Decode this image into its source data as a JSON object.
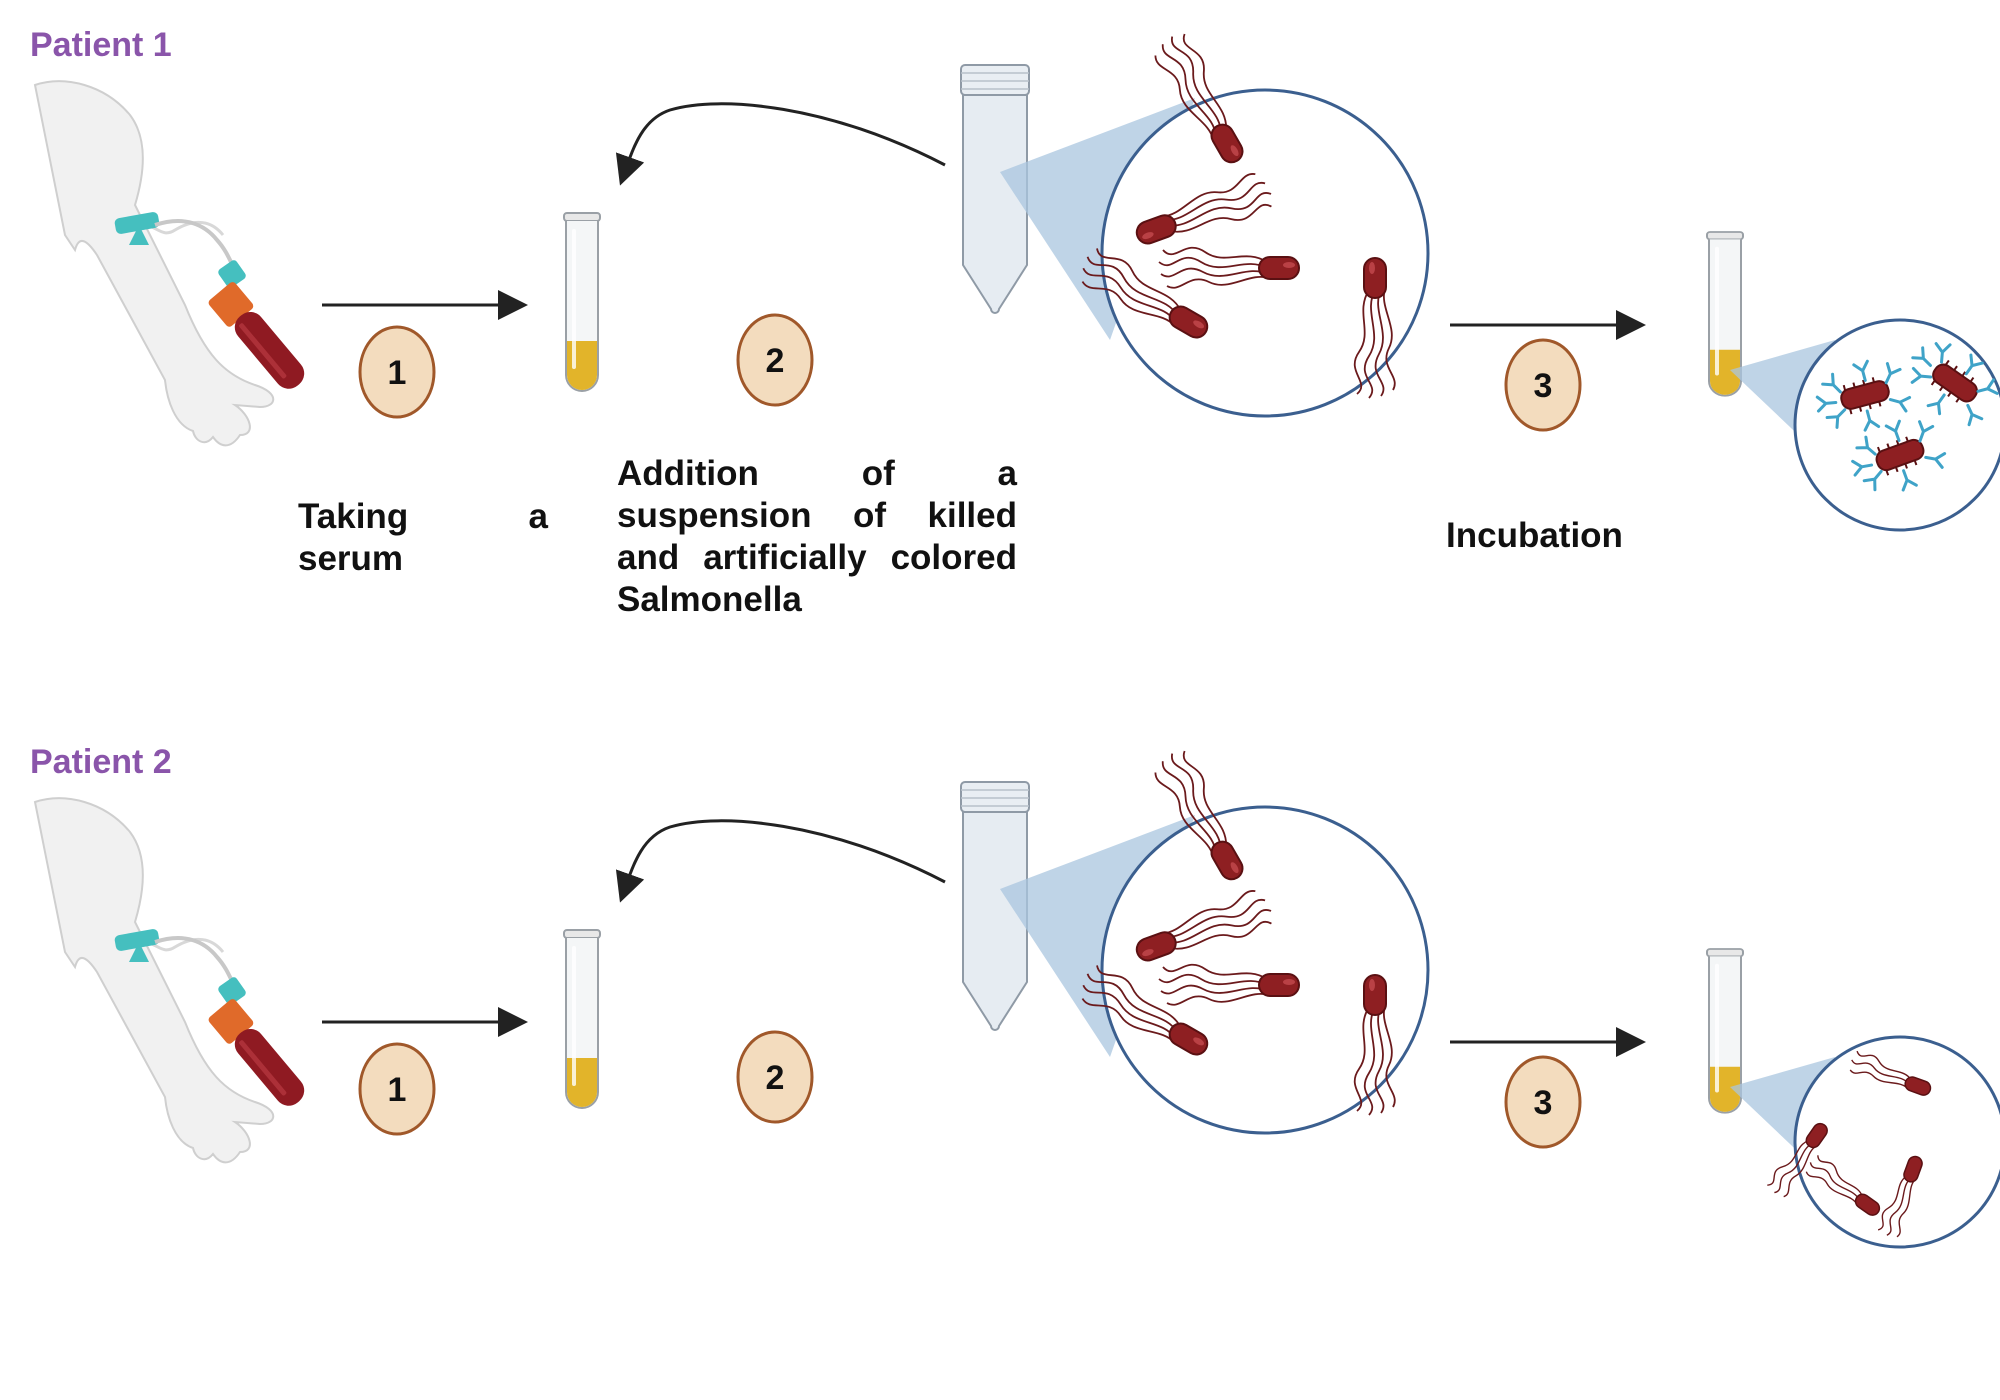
{
  "colors": {
    "patient_label": "#8a55aa",
    "step_fill": "#f3dcbe",
    "step_stroke": "#a0582a",
    "bacteria": "#8e1f22",
    "flagella": "#6b1a1c",
    "antibody": "#3fa3c8",
    "serum": "#e2b42a",
    "lens": "#3b5f8f",
    "zoom_cone": "#a9c6df",
    "arrow": "#222222",
    "skin": "#f1f1f1",
    "catheter": "#45bfbf",
    "blood": "#8f1a22",
    "cap": "#e06a2a"
  },
  "patients": [
    {
      "label": "Patient 1",
      "steps": [
        "1",
        "2",
        "3"
      ],
      "result": "agglutinated"
    },
    {
      "label": "Patient 2",
      "steps": [
        "1",
        "2",
        "3"
      ],
      "result": "dispersed"
    }
  ],
  "captions": {
    "step1": "Taking a serum",
    "step2": "Addition of a suspension of killed and artificially colored Salmonella",
    "step3": "Incubation"
  },
  "icons": [
    "arm-with-blood-draw-icon",
    "serum-tube-icon",
    "bacteria-suspension-tube-icon",
    "salmonella-bacterium-icon",
    "antibody-icon",
    "magnifier-lens-icon"
  ]
}
